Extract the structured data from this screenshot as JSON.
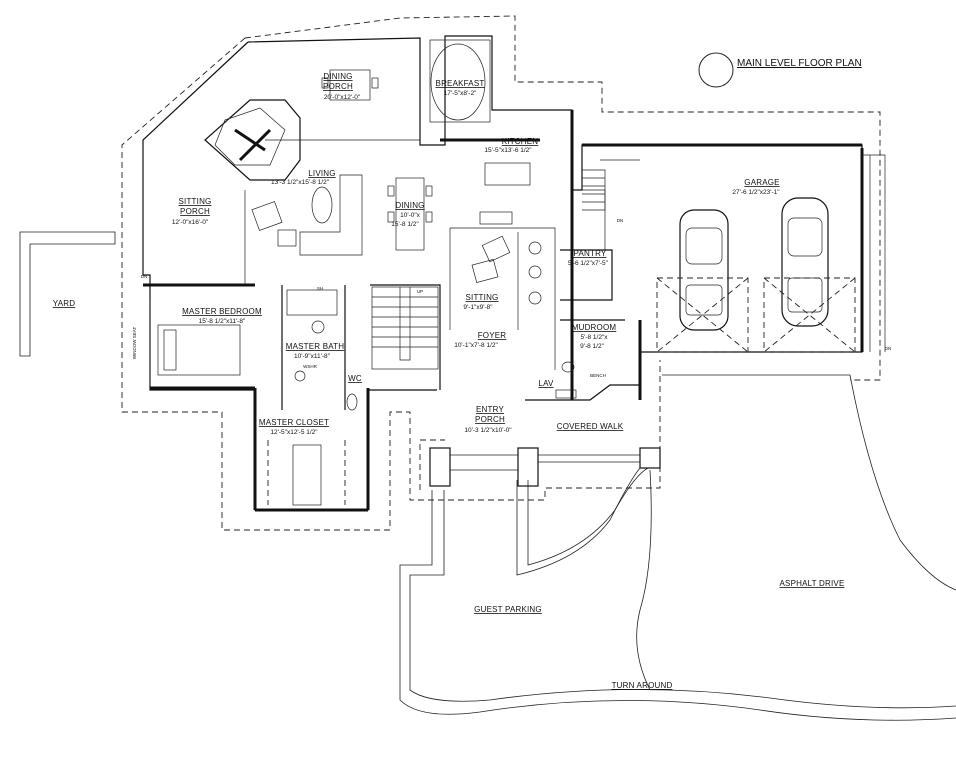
{
  "title": "MAIN LEVEL FLOOR PLAN",
  "rooms": {
    "dining_porch": {
      "name": "DINING",
      "name2": "PORCH",
      "dim": "20'-0\"x12'-0\""
    },
    "breakfast": {
      "name": "BREAKFAST",
      "dim": "17'-5\"x8'-2\""
    },
    "kitchen": {
      "name": "KITCHEN",
      "dim": "15'-5\"x13'-6 1/2\""
    },
    "living": {
      "name": "LIVING",
      "dim": "13'-3 1/2\"x15'-8 1/2\""
    },
    "dining": {
      "name": "DINING",
      "dim": "10'-0\"x",
      "dim2": "15'-8 1/2\""
    },
    "sitting_porch": {
      "name": "SITTING",
      "name2": "PORCH",
      "dim": "12'-0\"x16'-0\""
    },
    "sitting": {
      "name": "SITTING",
      "dim": "9'-1\"x9'-8\""
    },
    "pantry": {
      "name": "PANTRY",
      "dim": "5'-6 1/2\"x7'-5\""
    },
    "garage": {
      "name": "GARAGE",
      "dim": "27'-6 1/2\"x23'-1\""
    },
    "master_bedroom": {
      "name": "MASTER BEDROOM",
      "dim": "15'-8 1/2\"x11'-8\""
    },
    "master_bath": {
      "name": "MASTER BATH",
      "dim": "10'-9\"x11'-8\""
    },
    "wc": {
      "name": "WC"
    },
    "foyer": {
      "name": "FOYER",
      "dim": "10'-1\"x7'-8 1/2\""
    },
    "mudroom": {
      "name": "MUDROOM",
      "dim": "5'-8 1/2\"x",
      "dim2": "9'-8 1/2\""
    },
    "lav": {
      "name": "LAV"
    },
    "entry_porch": {
      "name": "ENTRY",
      "name2": "PORCH",
      "dim": "10'-3 1/2\"x10'-0\""
    },
    "covered_walk": {
      "name": "COVERED WALK"
    },
    "master_closet": {
      "name": "MASTER CLOSET",
      "dim": "12'-5\"x12'-5 1/2\""
    }
  },
  "site": {
    "yard": "YARD",
    "asphalt_drive": "ASPHALT DRIVE",
    "guest_parking": "GUEST PARKING",
    "turn_around": "TURN AROUND"
  },
  "small": {
    "up": "UP",
    "dn": "DN",
    "shower": "SH",
    "washer": "WSHR",
    "bench": "BENCH",
    "window_seat": "WINDOW SEAT"
  }
}
